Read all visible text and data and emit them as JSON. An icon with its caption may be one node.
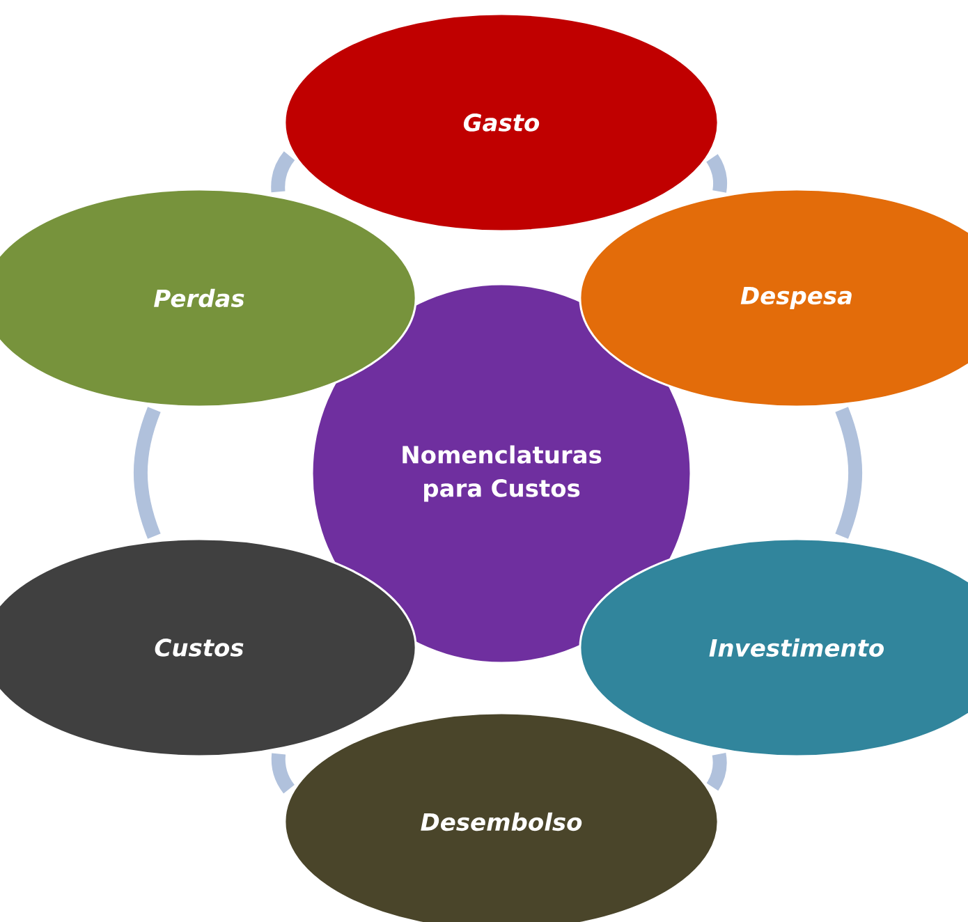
{
  "diagram": {
    "nodes": [
      {
        "text": [
          "Nomenclaturas para Custos"
        ]
      },
      {
        "text": [
          "Gasto"
        ]
      },
      {
        "text": [
          "Despesa"
        ]
      },
      {
        "text": [
          "Investimento"
        ]
      },
      {
        "text": [
          "Desembolso"
        ]
      },
      {
        "text": [
          "Custos"
        ]
      },
      {
        "text": [
          "Perdas"
        ]
      }
    ],
    "edges": [
      {
        "from": 1,
        "to": 2,
        "arrow": "none"
      },
      {
        "from": 2,
        "to": 3,
        "arrow": "none"
      },
      {
        "from": 3,
        "to": 4,
        "arrow": "none"
      },
      {
        "from": 4,
        "to": 5,
        "arrow": "none"
      },
      {
        "from": 5,
        "to": 6,
        "arrow": "none"
      },
      {
        "from": 6,
        "to": 1,
        "arrow": "none"
      }
    ]
  }
}
